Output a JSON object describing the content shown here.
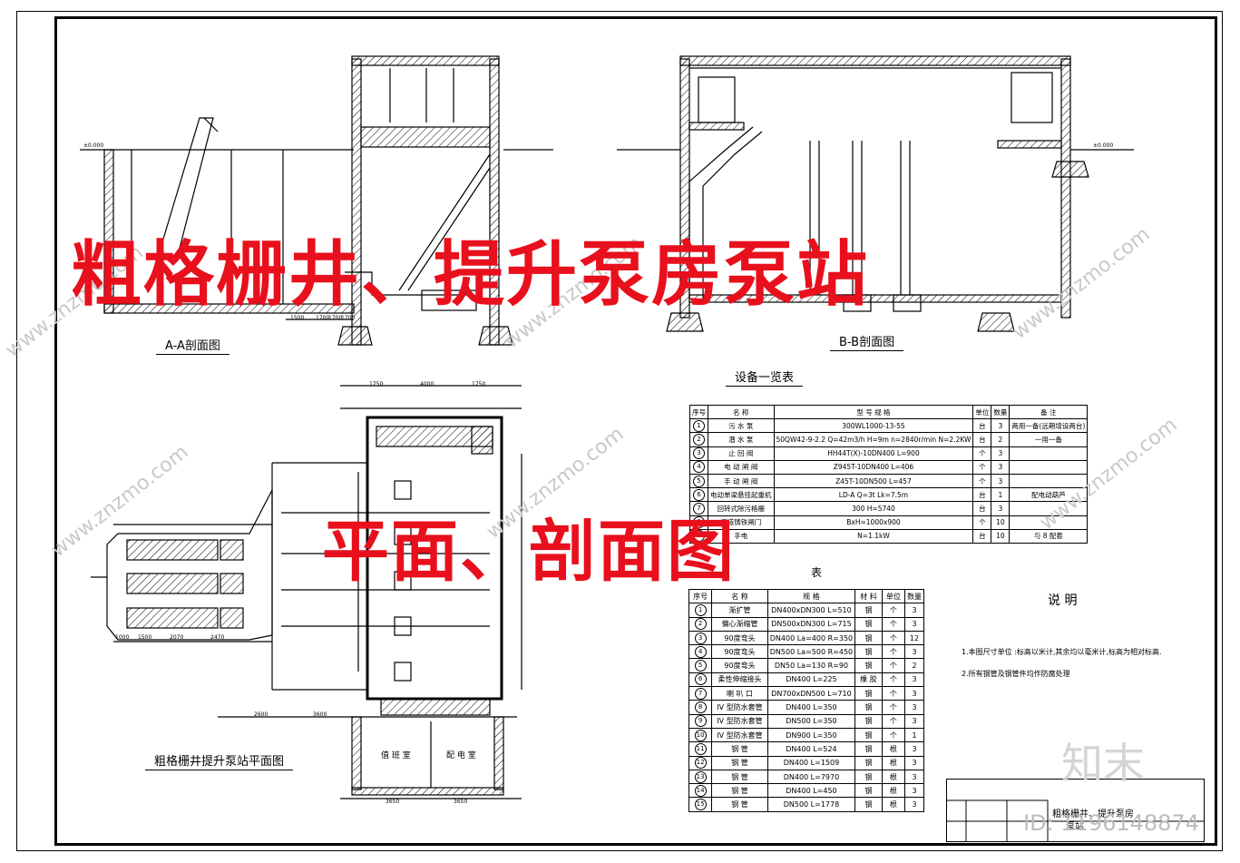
{
  "titles": {
    "banner_1": "粗格栅井、提升泵房泵站",
    "banner_2": "平面、剖面图",
    "section_aa": "A-A剖面图",
    "section_bb": "B-B剖面图",
    "plan": "粗格栅井提升泵站平面图",
    "equipment_table": "设备一览表",
    "material_table_tail": "表",
    "notes_title": "说 明"
  },
  "equipment": {
    "headers": [
      "序号",
      "名 称",
      "型 号 规 格",
      "单位",
      "数量",
      "备 注"
    ],
    "rows": [
      [
        "1",
        "污 水 泵",
        "300WL1000-13-55",
        "台",
        "3",
        "两用一备(远期增设两台)"
      ],
      [
        "2",
        "潜 水 泵",
        "50QW42-9-2.2 Q=42m3/h H=9m n=2840r/min N=2.2KW",
        "台",
        "2",
        "一用一备"
      ],
      [
        "3",
        "止 回 阀",
        "HH44T(X)-10DN400 L=900",
        "个",
        "3",
        ""
      ],
      [
        "4",
        "电 动 闸 阀",
        "Z945T-10DN400 L=406",
        "个",
        "3",
        ""
      ],
      [
        "5",
        "手 动 闸 阀",
        "Z45T-10DN500 L=457",
        "个",
        "3",
        ""
      ],
      [
        "6",
        "电动单梁悬挂起重机",
        "LD-A Q=3t Lk=7.5m",
        "台",
        "1",
        "配电动葫芦"
      ],
      [
        "7",
        "回转式除污格栅",
        "300 H=5740",
        "台",
        "3",
        ""
      ],
      [
        "8",
        "渠道铸铁闸门",
        "BxH=1000x900",
        "个",
        "10",
        ""
      ],
      [
        "9",
        "手电",
        "N=1.1kW",
        "台",
        "10",
        "与 8 配套"
      ]
    ]
  },
  "materials": {
    "headers": [
      "序号",
      "名 称",
      "规 格",
      "材 料",
      "单位",
      "数量"
    ],
    "rows": [
      [
        "1",
        "渐扩管",
        "DN400xDN300 L=510",
        "钢",
        "个",
        "3"
      ],
      [
        "2",
        "偏心渐缩管",
        "DN500xDN300 L=715",
        "钢",
        "个",
        "3"
      ],
      [
        "3",
        "90度弯头",
        "DN400 La=400 R=350",
        "钢",
        "个",
        "12"
      ],
      [
        "4",
        "90度弯头",
        "DN500 La=500 R=450",
        "钢",
        "个",
        "3"
      ],
      [
        "5",
        "90度弯头",
        "DN50 La=130 R=90",
        "钢",
        "个",
        "2"
      ],
      [
        "6",
        "柔性伸缩接头",
        "DN400 L=225",
        "橡 胶",
        "个",
        "3"
      ],
      [
        "7",
        "喇 叭 口",
        "DN700xDN500 L=710",
        "钢",
        "个",
        "3"
      ],
      [
        "8",
        "IV 型防水套管",
        "DN400 L=350",
        "钢",
        "个",
        "3"
      ],
      [
        "9",
        "IV 型防水套管",
        "DN500 L=350",
        "钢",
        "个",
        "3"
      ],
      [
        "10",
        "IV 型防水套管",
        "DN900 L=350",
        "钢",
        "个",
        "1"
      ],
      [
        "11",
        "钢 管",
        "DN400 L=524",
        "钢",
        "根",
        "3"
      ],
      [
        "12",
        "钢 管",
        "DN400 L=1509",
        "钢",
        "根",
        "3"
      ],
      [
        "13",
        "钢 管",
        "DN400 L=7970",
        "钢",
        "根",
        "3"
      ],
      [
        "14",
        "钢 管",
        "DN400 L=450",
        "钢",
        "根",
        "3"
      ],
      [
        "15",
        "钢 管",
        "DN500 L=1778",
        "钢",
        "根",
        "3"
      ]
    ]
  },
  "notes": [
    "1.本图尺寸单位 :标高以米计,其余均以毫米计,标高为相对标高.",
    "2.所有钢管及钢管件均作防腐处理"
  ],
  "title_block": {
    "line1": "粗格栅井、提升泵房",
    "line2": "泵站"
  },
  "plan_rooms": {
    "room1": "值 班 室",
    "room2": "配 电 室"
  },
  "dims": {
    "aa_1": "1500",
    "aa_2": "1700",
    "aa_3": "1700",
    "aa_4": "1700",
    "plan_top_1": "1750",
    "plan_top_2": "4000",
    "plan_top_3": "1750",
    "plan_left_1": "1000",
    "plan_left_2": "1500",
    "plan_left_3": "2070",
    "plan_left_4": "2470",
    "plan_bot_1": "2600",
    "plan_bot_2": "3600",
    "plan_bot_3": "3650",
    "plan_bot_4": "3650",
    "elev_1": "±0.000",
    "elev_2": "±0.000"
  },
  "watermarks": {
    "text": "www.znzmo.com",
    "logo": "知末",
    "id": "ID: 1196148874"
  }
}
